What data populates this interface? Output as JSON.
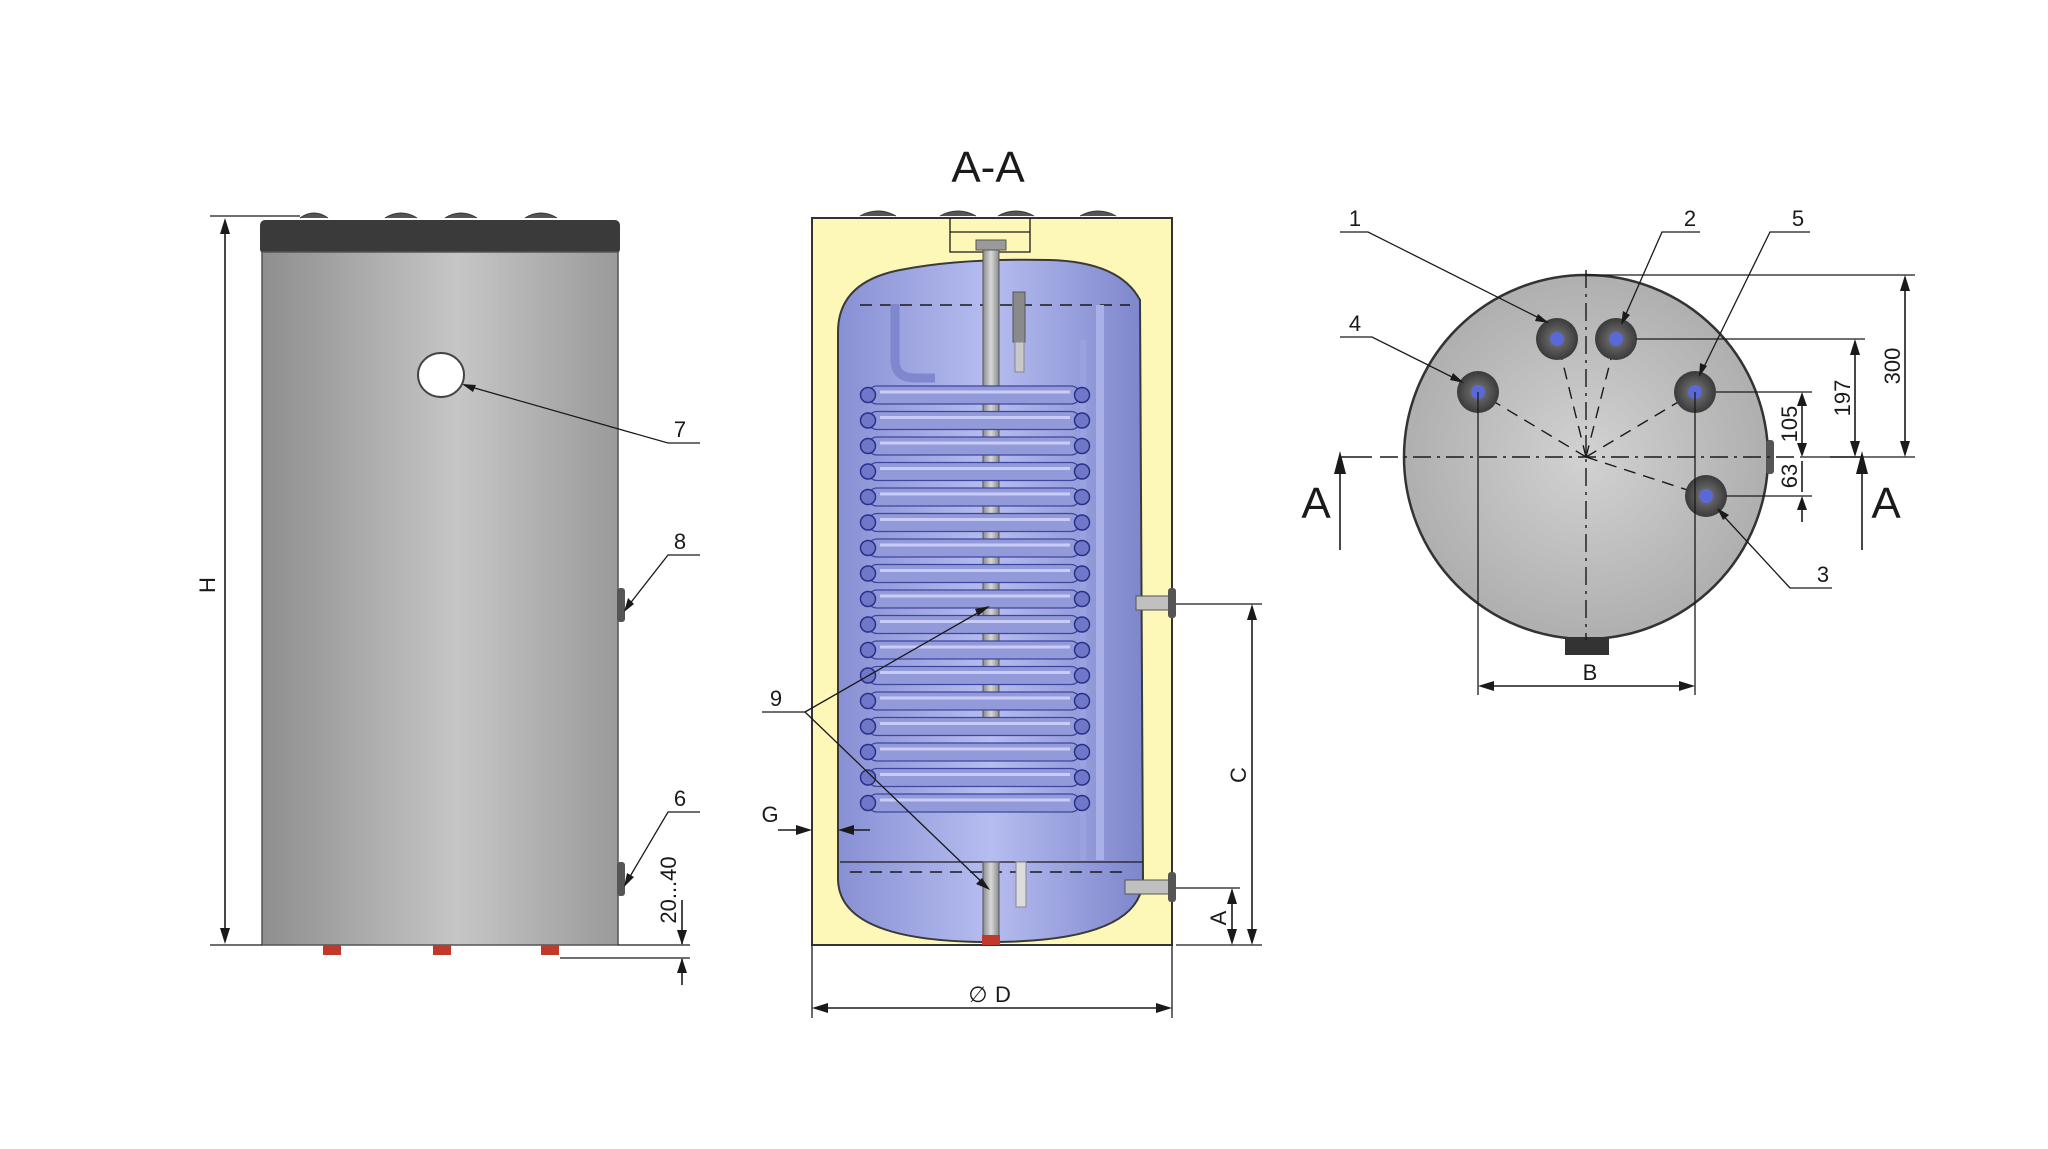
{
  "section_title": "A-A",
  "callouts": {
    "c1": "1",
    "c2": "2",
    "c3": "3",
    "c4": "4",
    "c5": "5",
    "c6": "6",
    "c7": "7",
    "c8": "8",
    "c9": "9"
  },
  "dimensions": {
    "H": "H",
    "range": "20...40",
    "G": "G",
    "C": "C",
    "A": "A",
    "D": "D",
    "diameter_symbol": "∅",
    "B": "B",
    "d300": "300",
    "d197": "197",
    "d105": "105",
    "d63": "63"
  },
  "section_markers": {
    "left": "A",
    "right": "A"
  },
  "colors": {
    "shell_gray": "#b4b4b4",
    "insulation": "#fdf7b8",
    "tank_blue": "#9aa4e0",
    "coil_blue": "#8f96d8",
    "cap_dark": "#3a3a3a",
    "fitting_red": "#c0392b"
  }
}
